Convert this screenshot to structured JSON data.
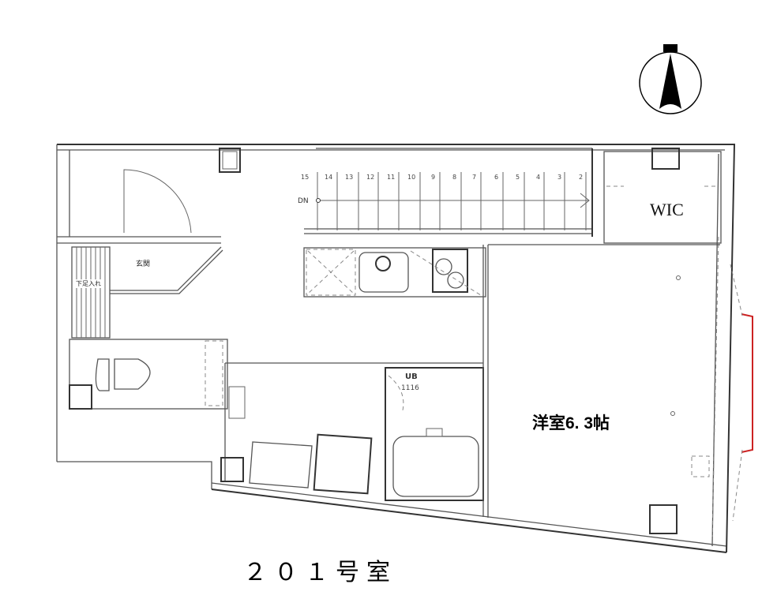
{
  "floor_plan": {
    "unit_name": "２０１号室",
    "rooms": {
      "western_room": "洋室6. 3帖",
      "wic": "WIC",
      "entrance": "玄関",
      "shoe_storage": "下足入れ",
      "unit_bath": "UB",
      "unit_bath_size": "1116"
    },
    "stairs": {
      "direction_label": "DN",
      "step_numbers": [
        "15",
        "14",
        "13",
        "12",
        "11",
        "10",
        "9",
        "8",
        "7",
        "6",
        "5",
        "4",
        "3",
        "2"
      ]
    },
    "compass": {
      "icon": "north-arrow-icon"
    },
    "accent_color": "#cc2222"
  }
}
